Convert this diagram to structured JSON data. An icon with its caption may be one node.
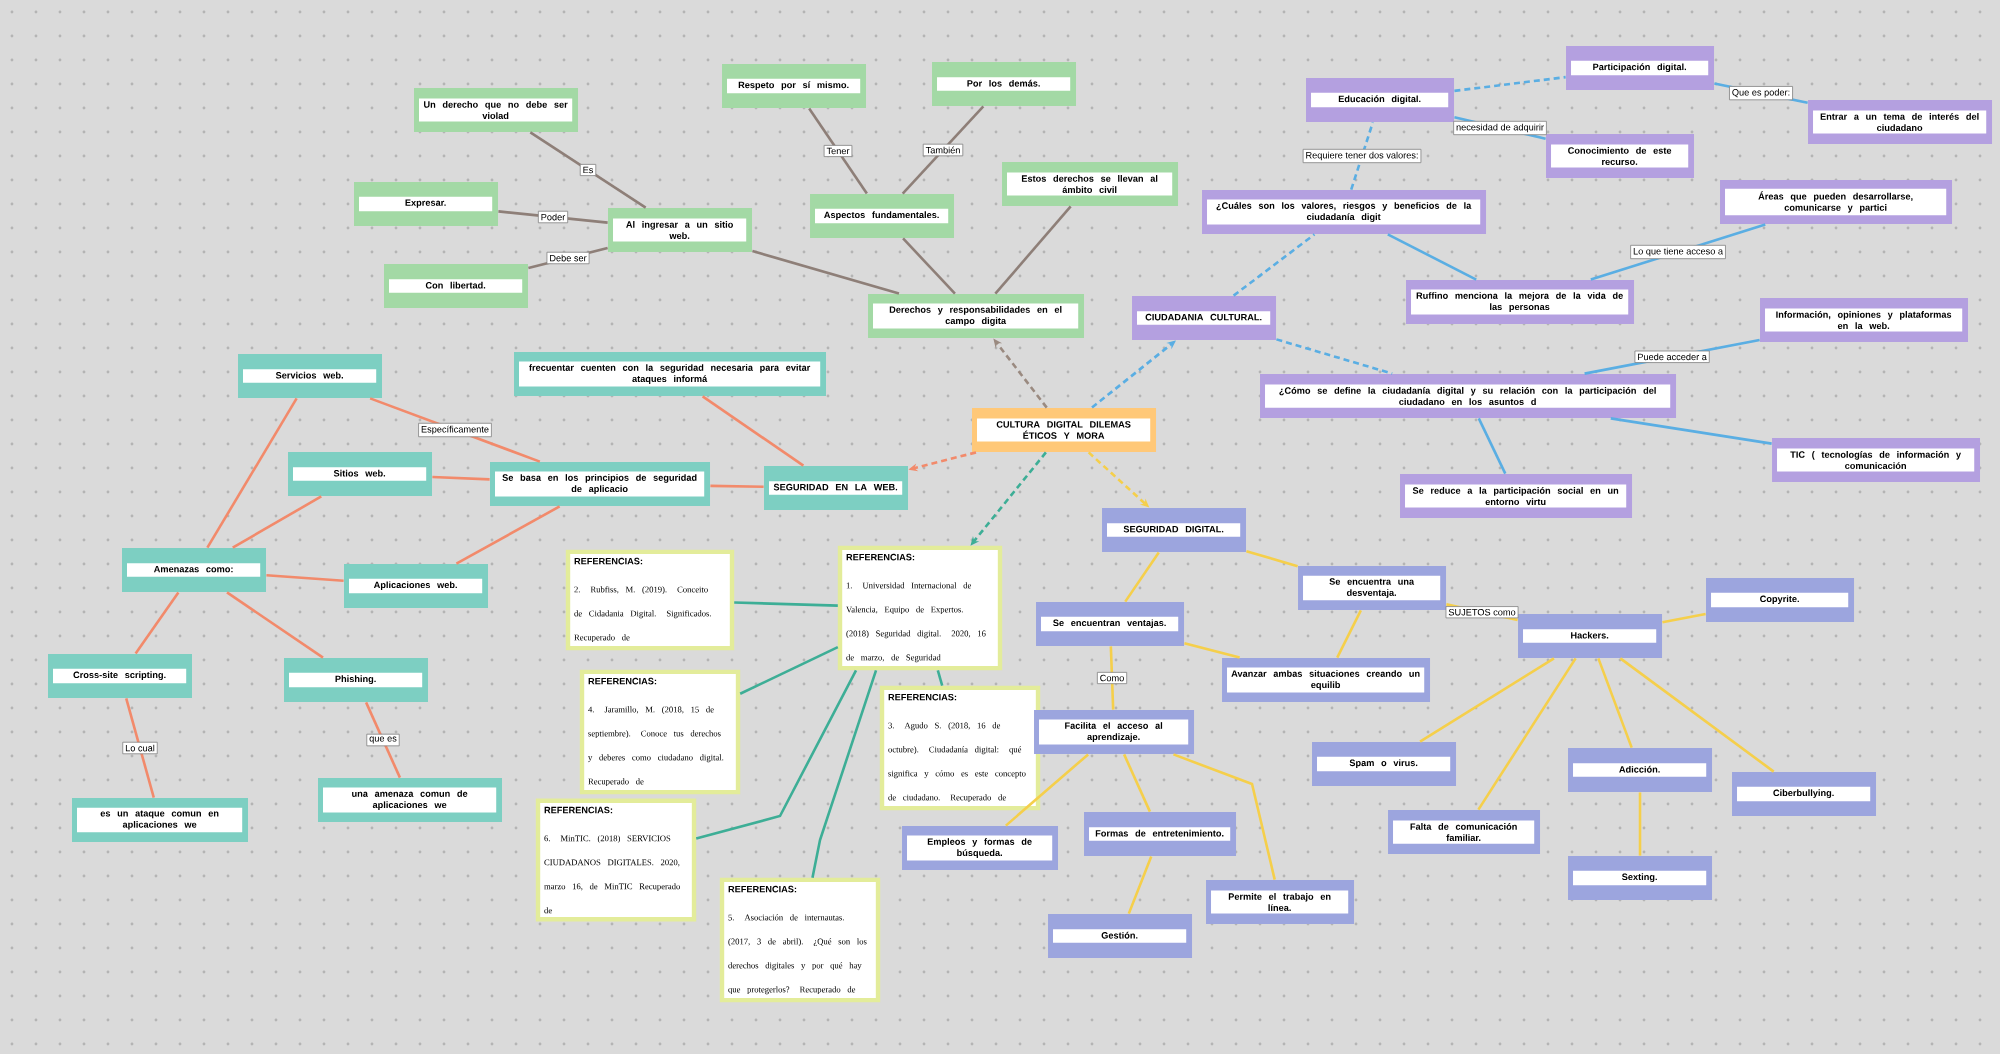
{
  "diagram": {
    "nodes": [
      {
        "text": [
          "CULTURA DIGITAL DILEMAS ÉTICOS Y MORA"
        ]
      },
      {
        "text": [
          "Derechos y responsabilidades en el campo digita"
        ]
      },
      {
        "text": [
          "Al ingresar a un sitio web."
        ]
      },
      {
        "text": [
          "Un derecho que no debe ser violad"
        ]
      },
      {
        "text": [
          "Expresar."
        ]
      },
      {
        "text": [
          "Con libertad."
        ]
      },
      {
        "text": [
          "Aspectos fundamentales."
        ]
      },
      {
        "text": [
          "Respeto por sí mismo."
        ]
      },
      {
        "text": [
          "Por los demás."
        ]
      },
      {
        "text": [
          "Estos derechos se llevan al ámbito civil"
        ]
      },
      {
        "text": [
          "SEGURIDAD EN LA WEB."
        ]
      },
      {
        "text": [
          "frecuentar cuenten con la seguridad necesaria para evitar ataques informá"
        ]
      },
      {
        "text": [
          "Se basa en los principios de seguridad de aplicacio"
        ]
      },
      {
        "text": [
          "Servicios web."
        ]
      },
      {
        "text": [
          "Sitios web."
        ]
      },
      {
        "text": [
          "Aplicaciones web."
        ]
      },
      {
        "text": [
          "Amenazas como:"
        ]
      },
      {
        "text": [
          "Cross-site scripting."
        ]
      },
      {
        "text": [
          "Phishing."
        ]
      },
      {
        "text": [
          "es un ataque comun en aplicaciones we"
        ]
      },
      {
        "text": [
          "una amenaza comun  de aplicaciones we"
        ]
      },
      {
        "text": [
          "REFERENCIAS:",
          "2. Rubfiss, M. (2019). Conceito de Cidadania Digital. Significados. Recuperado de"
        ]
      },
      {
        "text": [
          "REFERENCIAS:",
          "1. Universidad Internacional de Valencia, Equipo de Expertos. (2018) Seguridad digital. 2020, 16 de marzo, de Seguridad"
        ]
      },
      {
        "text": [
          "REFERENCIAS:",
          "4. Jaramillo, M. (2018, 15 de septiembre). Conoce tus derechos y deberes como ciudadano digital. Recuperado de"
        ]
      },
      {
        "text": [
          "REFERENCIAS:",
          "3. Agudo S. (2018, 16 de octubre). Ciudadanía digital: qué significa y cómo es este concepto de ciudadano. Recuperado de"
        ]
      },
      {
        "text": [
          "REFERENCIAS:",
          "6. MinTIC. (2018) SERVICIOS CIUDADANOS DIGITALES. 2020, marzo 16, de MinTIC Recuperado de"
        ]
      },
      {
        "text": [
          "REFERENCIAS:",
          "5. Asociación de internautas. (2017, 3 de abril). ¿Qué son los derechos digitales y por qué hay que protegerlos? Recuperado de"
        ]
      },
      {
        "text": [
          "CIUDADANIA CULTURAL."
        ]
      },
      {
        "text": [
          "¿Cuáles son los valores, riesgos y beneficios  de la ciudadanía digit"
        ]
      },
      {
        "text": [
          "Educación digital."
        ]
      },
      {
        "text": [
          "Participación digital."
        ]
      },
      {
        "text": [
          "Entrar a un tema de interés del ciudadano"
        ]
      },
      {
        "text": [
          "Conocimiento de este recurso."
        ]
      },
      {
        "text": [
          "Áreas que pueden desarrollarse, comunicarse y partici"
        ]
      },
      {
        "text": [
          "Ruffino menciona la mejora de la vida de las personas"
        ]
      },
      {
        "text": [
          "¿Cómo se define la ciudadanía digital y su relación con la participación del ciudadano en los asuntos d"
        ]
      },
      {
        "text": [
          "Información, opiniones y plataformas en  la web."
        ]
      },
      {
        "text": [
          "TIC ( tecnologías de información y  comunicación"
        ]
      },
      {
        "text": [
          "Se reduce a la participación social en un entorno virtu"
        ]
      },
      {
        "text": [
          "SEGURIDAD DIGITAL."
        ]
      },
      {
        "text": [
          "Se encuentra una desventaja."
        ]
      },
      {
        "text": [
          "Se encuentran ventajas."
        ]
      },
      {
        "text": [
          "Avanzar ambas situaciones creando un equilib"
        ]
      },
      {
        "text": [
          "Hackers."
        ]
      },
      {
        "text": [
          "Copyrite."
        ]
      },
      {
        "text": [
          "Facilita el acceso al aprendizaje."
        ]
      },
      {
        "text": [
          "Empleos y formas de búsqueda."
        ]
      },
      {
        "text": [
          "Formas de entretenimiento."
        ]
      },
      {
        "text": [
          "Permite el trabajo en línea."
        ]
      },
      {
        "text": [
          "Gestión."
        ]
      },
      {
        "text": [
          "Spam o virus."
        ]
      },
      {
        "text": [
          "Adicción."
        ]
      },
      {
        "text": [
          "Falta de comunicación familiar."
        ]
      },
      {
        "text": [
          "Ciberbullying."
        ]
      },
      {
        "text": [
          "Sexting."
        ]
      }
    ],
    "edges": [
      {
        "from": 0,
        "to": 1,
        "arrow": "to",
        "style": "dashed",
        "color": "#9a8a80"
      },
      {
        "from": 1,
        "to": 2,
        "arrow": "none",
        "color": "#8e7f78"
      },
      {
        "from": 2,
        "to": 3,
        "arrow": "none",
        "label": "Es",
        "color": "#8e7f78"
      },
      {
        "from": 2,
        "to": 4,
        "arrow": "none",
        "label": "Poder",
        "color": "#8e7f78"
      },
      {
        "from": 2,
        "to": 5,
        "arrow": "none",
        "label": "Debe ser",
        "color": "#8e7f78"
      },
      {
        "from": 1,
        "to": 6,
        "arrow": "none",
        "color": "#8e7f78"
      },
      {
        "from": 6,
        "to": 7,
        "arrow": "none",
        "label": "Tener",
        "color": "#8e7f78"
      },
      {
        "from": 6,
        "to": 8,
        "arrow": "none",
        "label": "También",
        "color": "#8e7f78"
      },
      {
        "from": 1,
        "to": 9,
        "arrow": "none",
        "color": "#8e7f78"
      },
      {
        "from": 0,
        "to": 10,
        "arrow": "to",
        "style": "dashed",
        "color": "#f28a6b"
      },
      {
        "from": 10,
        "to": 11,
        "arrow": "none",
        "color": "#f28a6b"
      },
      {
        "from": 10,
        "to": 12,
        "arrow": "none",
        "color": "#f28a6b"
      },
      {
        "from": 12,
        "to": 13,
        "arrow": "none",
        "label": "Específicamente",
        "color": "#f28a6b"
      },
      {
        "from": 12,
        "to": 14,
        "arrow": "none",
        "color": "#f28a6b"
      },
      {
        "from": 12,
        "to": 15,
        "arrow": "none",
        "color": "#f28a6b"
      },
      {
        "from": 13,
        "to": 16,
        "arrow": "none",
        "color": "#f28a6b"
      },
      {
        "from": 14,
        "to": 16,
        "arrow": "none",
        "color": "#f28a6b"
      },
      {
        "from": 15,
        "to": 16,
        "arrow": "none",
        "color": "#f28a6b"
      },
      {
        "from": 16,
        "to": 17,
        "arrow": "none",
        "color": "#f28a6b"
      },
      {
        "from": 16,
        "to": 18,
        "arrow": "none",
        "color": "#f28a6b"
      },
      {
        "from": 17,
        "to": 19,
        "arrow": "none",
        "label": "Lo cual",
        "color": "#f28a6b"
      },
      {
        "from": 18,
        "to": 20,
        "arrow": "none",
        "label": "que es",
        "color": "#f28a6b"
      },
      {
        "from": 0,
        "to": 22,
        "arrow": "to",
        "style": "dashed",
        "color": "#3dae96"
      },
      {
        "from": 22,
        "to": 21,
        "arrow": "none",
        "color": "#3dae96"
      },
      {
        "from": 22,
        "to": 23,
        "arrow": "none",
        "color": "#3dae96"
      },
      {
        "from": 22,
        "to": 25,
        "arrow": "none",
        "color": "#3dae96"
      },
      {
        "from": 22,
        "to": 24,
        "arrow": "none",
        "color": "#3dae96"
      },
      {
        "from": 22,
        "to": 26,
        "arrow": "none",
        "color": "#3dae96"
      },
      {
        "from": 0,
        "to": 27,
        "arrow": "to",
        "style": "dashed",
        "color": "#5aaee3"
      },
      {
        "from": 27,
        "to": 28,
        "arrow": "none",
        "style": "dashed",
        "color": "#5aaee3"
      },
      {
        "from": 27,
        "to": 35,
        "arrow": "none",
        "style": "dashed",
        "color": "#5aaee3"
      },
      {
        "from": 28,
        "to": 29,
        "arrow": "none",
        "style": "dashed",
        "label": "Requiere tener dos valores:",
        "color": "#5aaee3"
      },
      {
        "from": 29,
        "to": 30,
        "arrow": "none",
        "style": "dashed",
        "color": "#5aaee3"
      },
      {
        "from": 29,
        "to": 32,
        "arrow": "none",
        "label": "necesidad de adquirir",
        "color": "#5aaee3"
      },
      {
        "from": 30,
        "to": 31,
        "arrow": "none",
        "label": "Que es poder:",
        "color": "#5aaee3"
      },
      {
        "from": 28,
        "to": 34,
        "arrow": "none",
        "color": "#5aaee3"
      },
      {
        "from": 34,
        "to": 33,
        "arrow": "none",
        "label": "Lo que tiene acceso a",
        "color": "#5aaee3"
      },
      {
        "from": 35,
        "to": 36,
        "arrow": "none",
        "label": "Puede acceder a",
        "color": "#5aaee3"
      },
      {
        "from": 35,
        "to": 37,
        "arrow": "none",
        "color": "#5aaee3"
      },
      {
        "from": 35,
        "to": 38,
        "arrow": "none",
        "color": "#5aaee3"
      },
      {
        "from": 0,
        "to": 39,
        "arrow": "to",
        "style": "dashed"
      },
      {
        "from": 39,
        "to": 40,
        "arrow": "none"
      },
      {
        "from": 39,
        "to": 41,
        "arrow": "none"
      },
      {
        "from": 40,
        "to": 42,
        "arrow": "none"
      },
      {
        "from": 41,
        "to": 42,
        "arrow": "none"
      },
      {
        "from": 40,
        "to": 43,
        "arrow": "none",
        "label": "SUJETOS como"
      },
      {
        "from": 43,
        "to": 44,
        "arrow": "none"
      },
      {
        "from": 41,
        "to": 45,
        "arrow": "none",
        "label": "Como"
      },
      {
        "from": 45,
        "to": 46,
        "arrow": "none"
      },
      {
        "from": 45,
        "to": 47,
        "arrow": "none"
      },
      {
        "from": 45,
        "to": 48,
        "arrow": "none"
      },
      {
        "from": 47,
        "to": 49,
        "arrow": "none"
      },
      {
        "from": 43,
        "to": 50,
        "arrow": "none"
      },
      {
        "from": 43,
        "to": 52,
        "arrow": "none"
      },
      {
        "from": 43,
        "to": 51,
        "arrow": "none"
      },
      {
        "from": 43,
        "to": 53,
        "arrow": "none"
      },
      {
        "from": 51,
        "to": 54,
        "arrow": "none"
      }
    ]
  }
}
